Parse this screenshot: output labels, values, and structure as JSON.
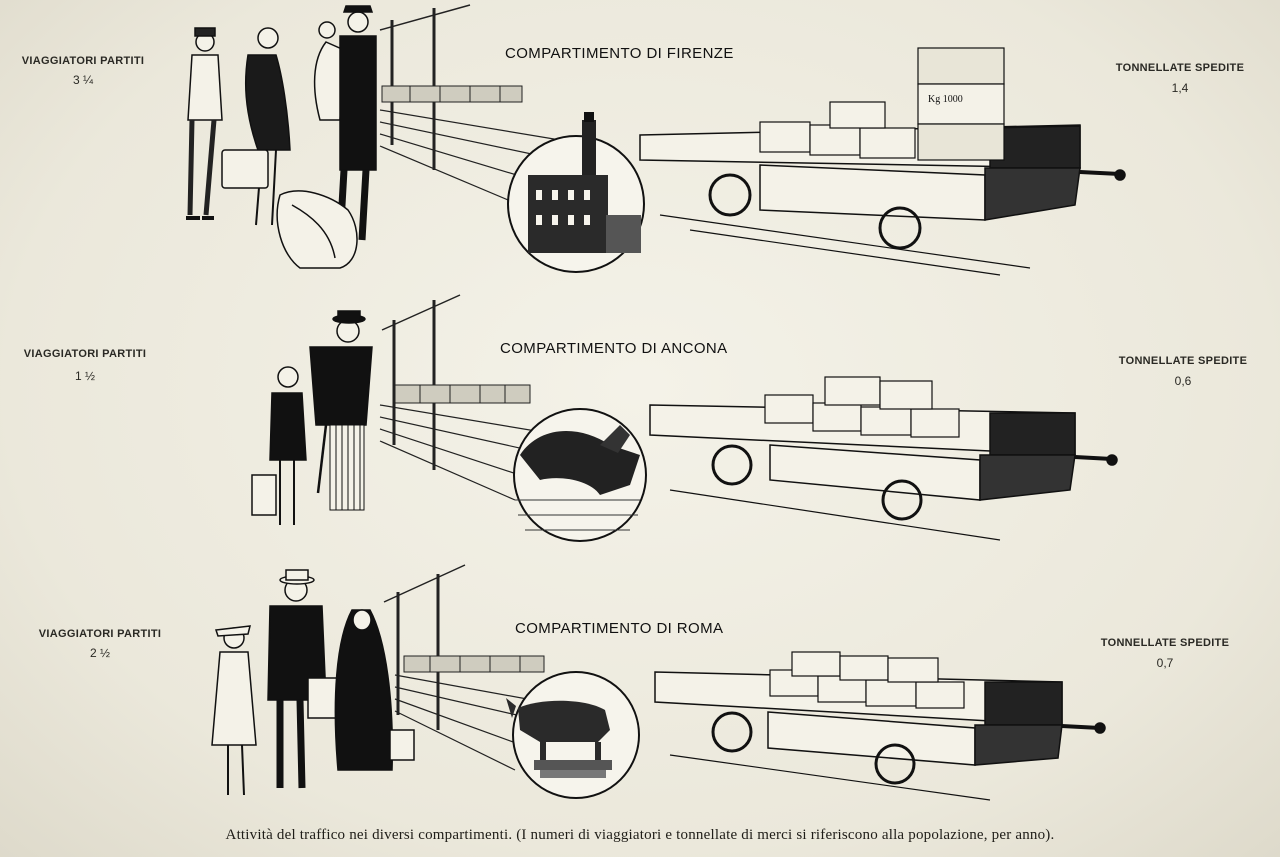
{
  "rows": [
    {
      "title": "COMPARTIMENTO DI FIRENZE",
      "left_label": "VIAGGIATORI PARTITI",
      "left_value": "3 ¼",
      "right_label": "TONNELLATE SPEDITE",
      "right_value": "1,4",
      "crate_text": "Kg 1000",
      "medallion": "palazzo-vecchio-icon"
    },
    {
      "title": "COMPARTIMENTO DI ANCONA",
      "left_label": "VIAGGIATORI PARTITI",
      "left_value": "1 ½",
      "right_label": "TONNELLATE SPEDITE",
      "right_value": "0,6",
      "medallion": "horse-sculpture-icon"
    },
    {
      "title": "COMPARTIMENTO DI ROMA",
      "left_label": "VIAGGIATORI PARTITI",
      "left_value": "2 ½",
      "right_label": "TONNELLATE SPEDITE",
      "right_value": "0,7",
      "medallion": "capitoline-wolf-icon"
    }
  ],
  "caption": "Attività del traffico nei diversi compartimenti. (I numeri di viaggiatori e tonnellate di merci si riferiscono alla popolazione, per anno)."
}
